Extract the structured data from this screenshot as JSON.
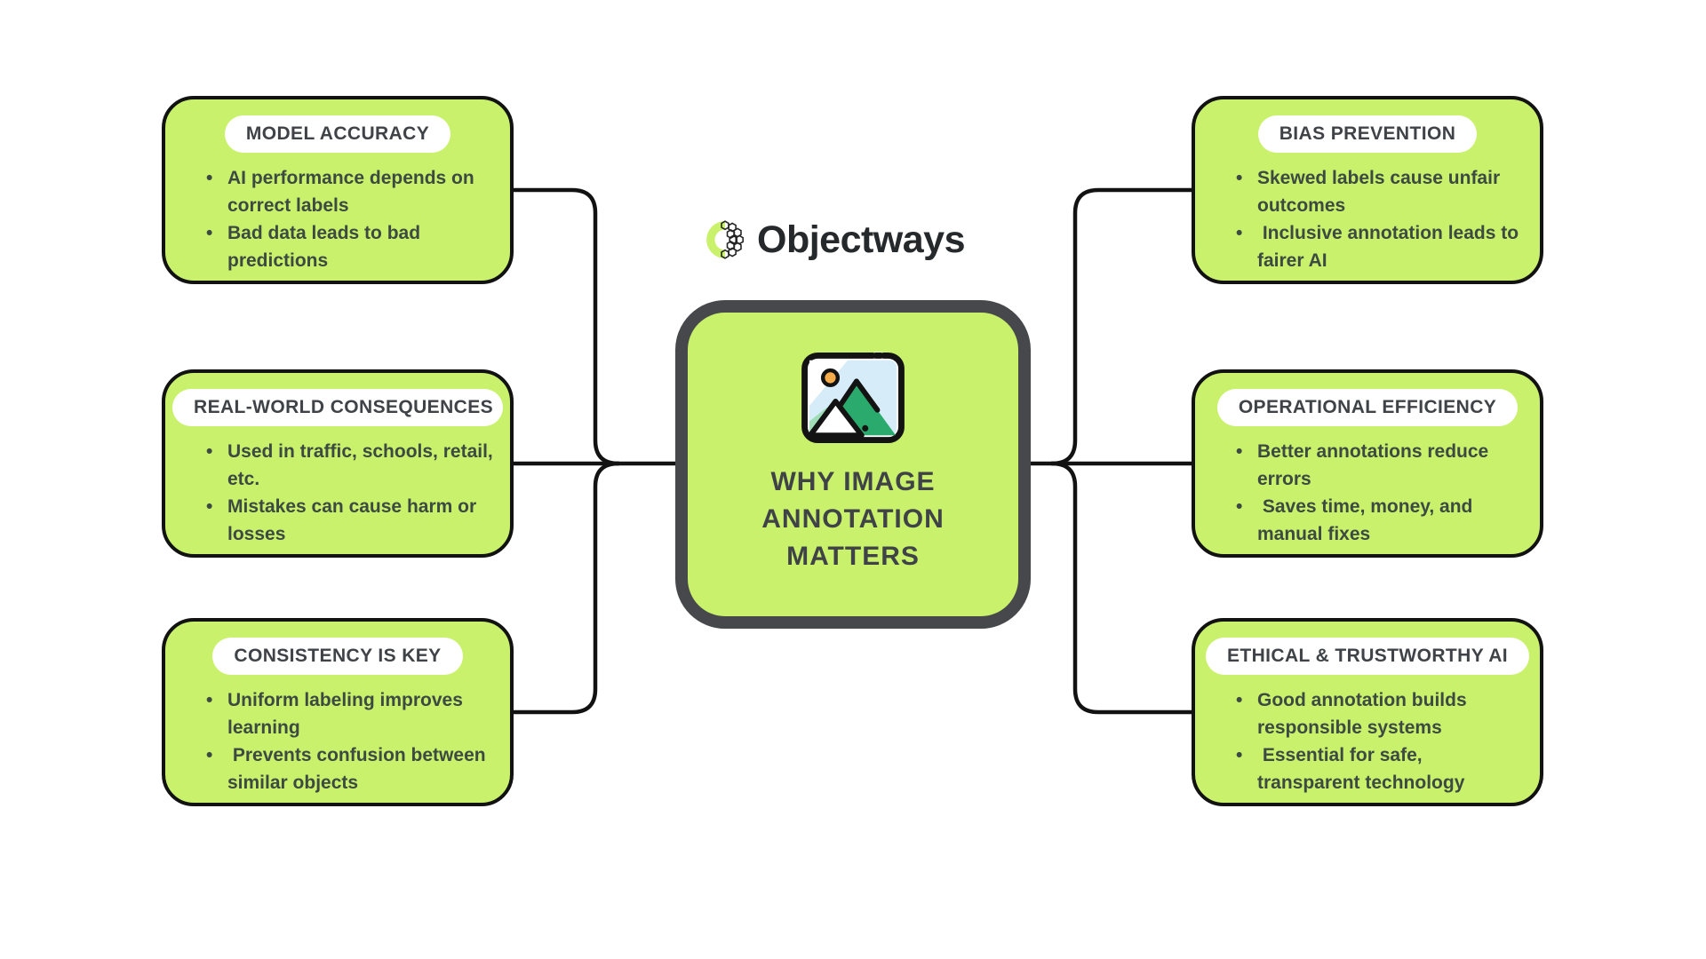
{
  "page": {
    "background": "#ffffff"
  },
  "colors": {
    "lime": "#c9f16b",
    "outline": "#121212",
    "node-border": "#47484b",
    "header-text": "#3f4347",
    "bullet-text": "#3c4a42",
    "logo-text": "#26292b",
    "sky": "#d6edf9",
    "sun": "#f7ac4c",
    "mtn-green": "#2baa6d",
    "mtn-light": "#9fddb7",
    "bg": "#ffffff"
  },
  "logo": {
    "text": "Objectways",
    "mark": "objectways-ring-logo"
  },
  "center": {
    "title": "WHY IMAGE ANNOTATION MATTERS",
    "title_lines": [
      "WHY IMAGE",
      "ANNOTATION",
      "MATTERS"
    ],
    "icon": "image-photo-icon"
  },
  "left_boxes": [
    {
      "title": "MODEL ACCURACY",
      "bullets": [
        "AI performance depends on correct labels",
        "Bad data leads to bad predictions"
      ]
    },
    {
      "title": "REAL-WORLD CONSEQUENCES",
      "bullets": [
        "Used in traffic, schools, retail, etc.",
        "Mistakes can cause harm or losses"
      ]
    },
    {
      "title": "CONSISTENCY IS KEY",
      "bullets": [
        "Uniform labeling improves learning",
        " Prevents confusion between similar objects"
      ]
    }
  ],
  "right_boxes": [
    {
      "title": "BIAS PREVENTION",
      "bullets": [
        "Skewed labels cause unfair outcomes",
        " Inclusive annotation leads to fairer AI"
      ]
    },
    {
      "title": "OPERATIONAL EFFICIENCY",
      "bullets": [
        "Better annotations reduce errors",
        " Saves time, money, and manual fixes"
      ]
    },
    {
      "title": "ETHICAL & TRUSTWORTHY AI",
      "bullets": [
        "Good annotation builds responsible systems",
        " Essential for safe, transparent technology"
      ]
    }
  ]
}
